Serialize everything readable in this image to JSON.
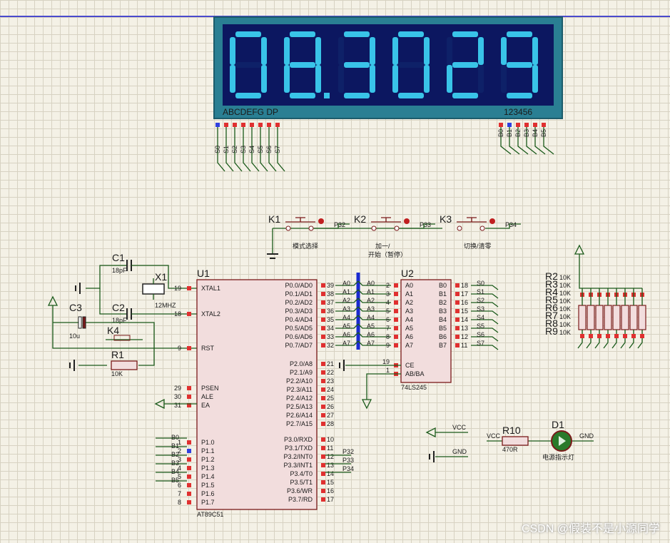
{
  "display": {
    "digits": [
      "0",
      "8",
      "3",
      "0",
      "2",
      "9"
    ],
    "dps": [
      false,
      true,
      false,
      false,
      false,
      false
    ],
    "label_segments": "ABCDEFG  DP",
    "label_digits": "123456",
    "seg_pins": [
      "S0",
      "S1",
      "S2",
      "S3",
      "S4",
      "S5",
      "S6",
      "S7"
    ],
    "digit_pins": [
      "B0",
      "B1",
      "B2",
      "B3",
      "B4",
      "B5"
    ]
  },
  "mcu": {
    "ref": "U1",
    "part": "AT89C51",
    "left_pins": [
      {
        "n": "19",
        "name": "XTAL1"
      },
      {
        "n": "18",
        "name": "XTAL2"
      },
      {
        "n": "9",
        "name": "RST"
      },
      {
        "n": "29",
        "name": "PSEN"
      },
      {
        "n": "30",
        "name": "ALE"
      },
      {
        "n": "31",
        "name": "EA"
      },
      {
        "n": "1",
        "name": "P1.0"
      },
      {
        "n": "2",
        "name": "P1.1"
      },
      {
        "n": "3",
        "name": "P1.2"
      },
      {
        "n": "4",
        "name": "P1.3"
      },
      {
        "n": "5",
        "name": "P1.4"
      },
      {
        "n": "6",
        "name": "P1.5"
      },
      {
        "n": "7",
        "name": "P1.6"
      },
      {
        "n": "8",
        "name": "P1.7"
      }
    ],
    "right_pins": [
      {
        "n": "39",
        "name": "P0.0/AD0"
      },
      {
        "n": "38",
        "name": "P0.1/AD1"
      },
      {
        "n": "37",
        "name": "P0.2/AD2"
      },
      {
        "n": "36",
        "name": "P0.3/AD3"
      },
      {
        "n": "35",
        "name": "P0.4/AD4"
      },
      {
        "n": "34",
        "name": "P0.5/AD5"
      },
      {
        "n": "33",
        "name": "P0.6/AD6"
      },
      {
        "n": "32",
        "name": "P0.7/AD7"
      },
      {
        "n": "21",
        "name": "P2.0/A8"
      },
      {
        "n": "22",
        "name": "P2.1/A9"
      },
      {
        "n": "23",
        "name": "P2.2/A10"
      },
      {
        "n": "24",
        "name": "P2.3/A11"
      },
      {
        "n": "25",
        "name": "P2.4/A12"
      },
      {
        "n": "26",
        "name": "P2.5/A13"
      },
      {
        "n": "27",
        "name": "P2.6/A14"
      },
      {
        "n": "28",
        "name": "P2.7/A15"
      },
      {
        "n": "10",
        "name": "P3.0/RXD"
      },
      {
        "n": "11",
        "name": "P3.1/TXD"
      },
      {
        "n": "12",
        "name": "P3.2/INT0"
      },
      {
        "n": "13",
        "name": "P3.3/INT1"
      },
      {
        "n": "14",
        "name": "P3.4/T0"
      },
      {
        "n": "15",
        "name": "P3.5/T1"
      },
      {
        "n": "16",
        "name": "P3.6/WR"
      },
      {
        "n": "17",
        "name": "P3.7/RD"
      }
    ],
    "p0_nets": [
      "A0",
      "A1",
      "A2",
      "A3",
      "A4",
      "A5",
      "A6",
      "A7"
    ],
    "p1_nets": [
      "B0",
      "B1",
      "B2",
      "B3",
      "B4",
      "B5"
    ],
    "p3_nets": [
      "P32",
      "P33",
      "P34"
    ]
  },
  "buffer": {
    "ref": "U2",
    "part": "74LS245",
    "a_pins": [
      {
        "n": "2",
        "name": "A0"
      },
      {
        "n": "3",
        "name": "A1"
      },
      {
        "n": "4",
        "name": "A2"
      },
      {
        "n": "5",
        "name": "A3"
      },
      {
        "n": "6",
        "name": "A4"
      },
      {
        "n": "7",
        "name": "A5"
      },
      {
        "n": "8",
        "name": "A6"
      },
      {
        "n": "9",
        "name": "A7"
      }
    ],
    "b_pins": [
      {
        "n": "18",
        "name": "B0"
      },
      {
        "n": "17",
        "name": "B1"
      },
      {
        "n": "16",
        "name": "B2"
      },
      {
        "n": "15",
        "name": "B3"
      },
      {
        "n": "14",
        "name": "B4"
      },
      {
        "n": "13",
        "name": "B5"
      },
      {
        "n": "12",
        "name": "B6"
      },
      {
        "n": "11",
        "name": "B7"
      }
    ],
    "ce": {
      "n": "19",
      "name": "CE"
    },
    "dir": {
      "n": "1",
      "name": "AB/BA"
    },
    "a_nets": [
      "A0",
      "A1",
      "A2",
      "A3",
      "A4",
      "A5",
      "A6",
      "A7"
    ],
    "b_nets": [
      "S0",
      "S1",
      "S2",
      "S3",
      "S4",
      "S5",
      "S6",
      "S7"
    ]
  },
  "keys": [
    {
      "ref": "K1",
      "net": "P32",
      "label": "模式选择"
    },
    {
      "ref": "K2",
      "net": "P33",
      "label": "加一/\n开始（暂停）"
    },
    {
      "ref": "K3",
      "net": "P34",
      "label": "切换/清零"
    }
  ],
  "osc": {
    "c1": {
      "ref": "C1",
      "value": "18pF"
    },
    "c2": {
      "ref": "C2",
      "value": "18pF"
    },
    "x1": {
      "ref": "X1",
      "value": "12MHZ"
    }
  },
  "reset": {
    "c3": {
      "ref": "C3",
      "value": "10u"
    },
    "k4": {
      "ref": "K4"
    },
    "r1": {
      "ref": "R1",
      "value": "10K"
    }
  },
  "resistors": [
    {
      "ref": "R2",
      "value": "10K"
    },
    {
      "ref": "R3",
      "value": "10K"
    },
    {
      "ref": "R4",
      "value": "10K"
    },
    {
      "ref": "R5",
      "value": "10K"
    },
    {
      "ref": "R6",
      "value": "10K"
    },
    {
      "ref": "R7",
      "value": "10K"
    },
    {
      "ref": "R8",
      "value": "10K"
    },
    {
      "ref": "R9",
      "value": "10K"
    }
  ],
  "power": {
    "vcc": "VCC",
    "gnd": "GND",
    "r10": {
      "ref": "R10",
      "value": "470R"
    },
    "d1": {
      "ref": "D1",
      "label": "电源指示灯"
    }
  },
  "watermark": "CSDN @假装不是小源同学"
}
